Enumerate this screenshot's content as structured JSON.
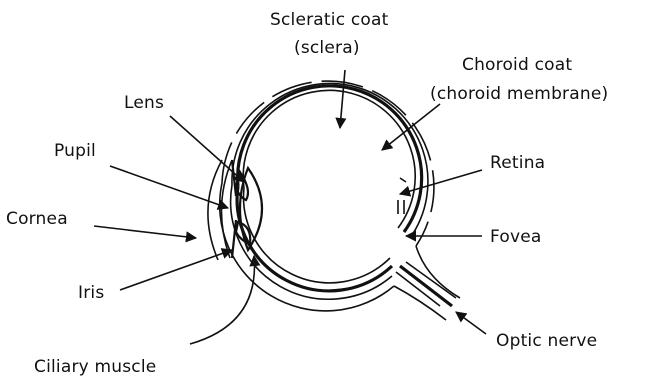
{
  "labels": {
    "scleratic_coat": "Scleratic coat",
    "sclera": "(sclera)",
    "choroid_coat": "Choroid coat",
    "choroid_membrane": "(choroid membrane)",
    "lens": "Lens",
    "pupil": "Pupil",
    "retina": "Retina",
    "cornea": "Cornea",
    "fovea": "Fovea",
    "iris": "Iris",
    "optic_nerve": "Optic nerve",
    "ciliary_muscle": "Ciliary muscle"
  },
  "colors": {
    "ink": "#111111",
    "background": "#ffffff"
  }
}
